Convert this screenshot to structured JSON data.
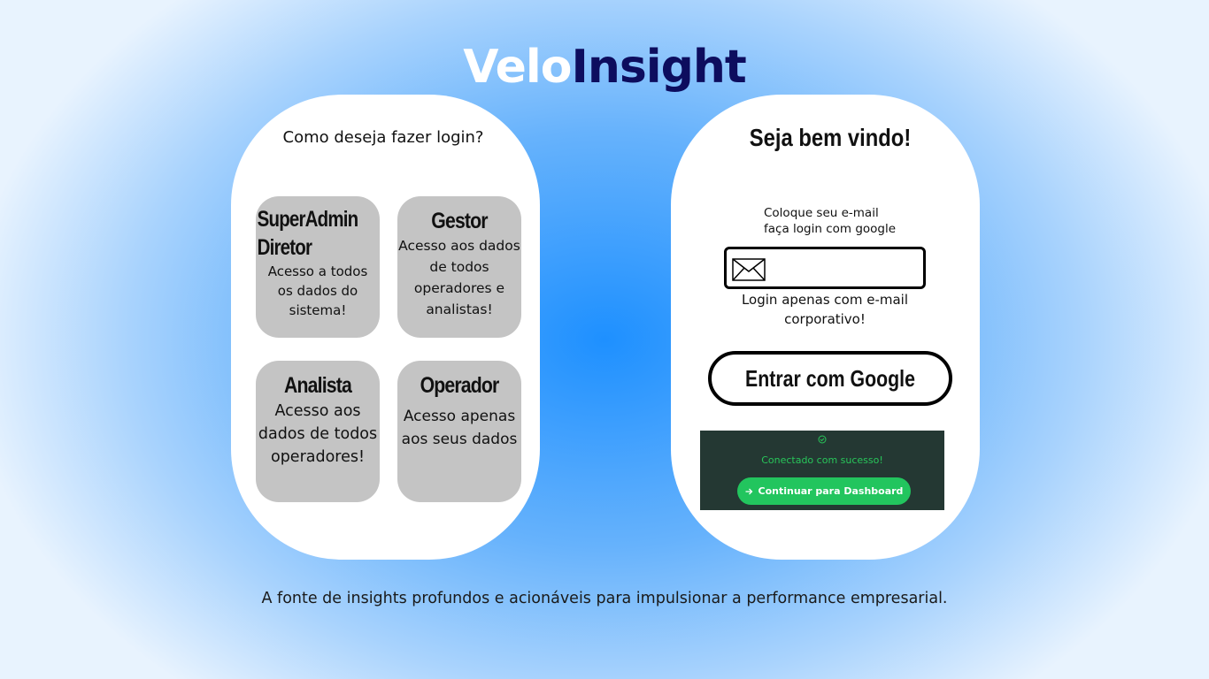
{
  "brand": {
    "part1": "Velo",
    "part2": "Insight"
  },
  "login_choice": {
    "title": "Como deseja fazer login?",
    "roles": [
      {
        "name": "SuperAdmin\nDiretor",
        "description": "Acesso a todos os dados do sistema!"
      },
      {
        "name": "Gestor",
        "description": "Acesso aos dados de todos operadores e analistas!"
      },
      {
        "name": "Analista",
        "description": "Acesso aos dados de todos operadores!"
      },
      {
        "name": "Operador",
        "description": "Acesso apenas aos seus dados"
      }
    ]
  },
  "login_form": {
    "welcome": "Seja bem vindo!",
    "email_hint": "Coloque seu e-mail\nfaça login com google",
    "email_value": "",
    "email_note": "Login apenas com e-mail corporativo!",
    "google_button": "Entrar com Google",
    "success_message": "Conectado com sucesso!",
    "dashboard_button": "Continuar para Dashboard",
    "icons": [
      "mail-icon",
      "check-circle-icon",
      "arrow-right-icon"
    ]
  },
  "tagline": "A fonte de insights profundos e acionáveis para impulsionar a performance empresarial.",
  "colors": {
    "background_center": "#1e90ff",
    "brand_dark": "#0d0d5e",
    "role_card": "#c4c4c4",
    "success_panel": "#243833",
    "success_green": "#22c55e"
  }
}
